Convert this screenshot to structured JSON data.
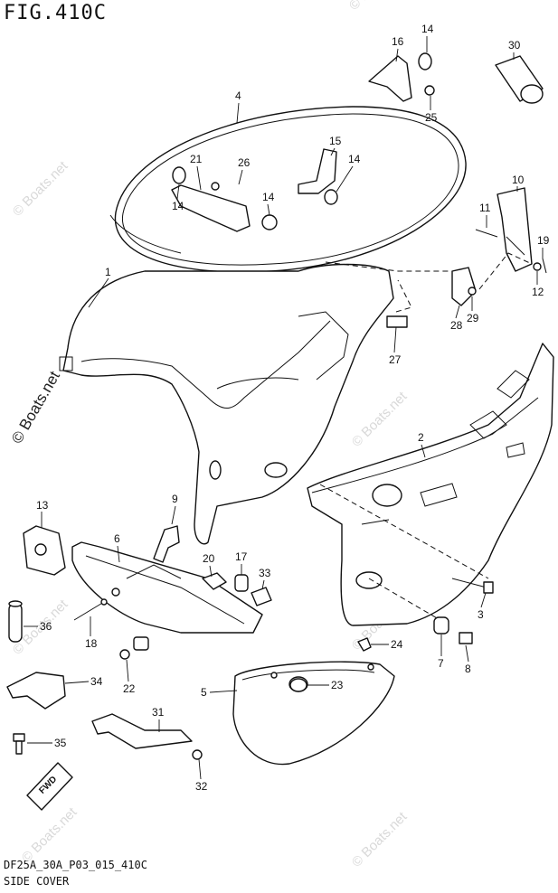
{
  "figure": {
    "title": "FIG.410C",
    "code": "DF25A_30A_P03_015_410C",
    "name": "SIDE COVER"
  },
  "watermark": {
    "text": "© Boats.net"
  },
  "fwd_label": "FWD",
  "callouts": [
    "1",
    "2",
    "3",
    "4",
    "5",
    "6",
    "7",
    "8",
    "9",
    "10",
    "11",
    "12",
    "13",
    "14",
    "14",
    "14",
    "14",
    "15",
    "16",
    "17",
    "18",
    "19",
    "20",
    "21",
    "22",
    "23",
    "24",
    "25",
    "26",
    "27",
    "28",
    "29",
    "30",
    "31",
    "32",
    "33",
    "34",
    "35",
    "36"
  ]
}
